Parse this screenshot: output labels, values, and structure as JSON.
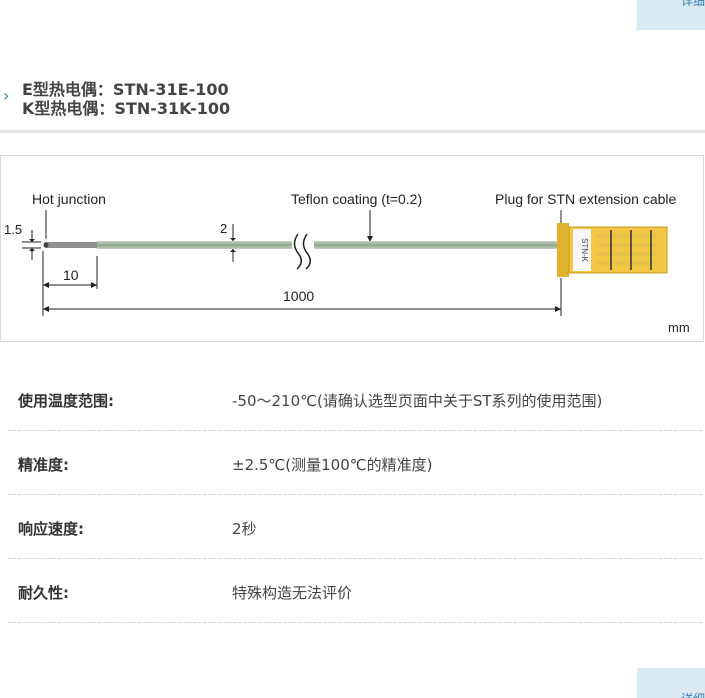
{
  "detail_button": {
    "label": "详细"
  },
  "product": {
    "models": [
      "E型热电偶：STN-31E-100",
      "K型热电偶：STN-31K-100"
    ]
  },
  "diagram": {
    "hot_junction": "Hot junction",
    "teflon": "Teflon coating (t=0.2)",
    "plug": "Plug for STN extension cable",
    "dim_1_5": "1.5",
    "dim_2": "2",
    "dim_10": "10",
    "dim_1000": "1000",
    "unit": "mm",
    "plug_text": "STN-K",
    "plug_color": "#f2c744"
  },
  "specs": [
    {
      "label": "使用温度范围:",
      "value": "-50～210℃(请确认选型页面中关于ST系列的使用范围)"
    },
    {
      "label": "精准度:",
      "value": "±2.5℃(测量100℃的精准度)"
    },
    {
      "label": "响应速度:",
      "value": "2秒"
    },
    {
      "label": "耐久性:",
      "value": "特殊构造无法评价"
    }
  ]
}
